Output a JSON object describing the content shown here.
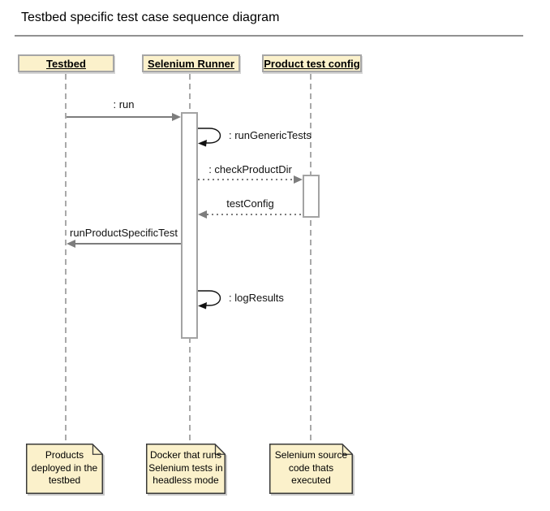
{
  "title": "Testbed specific test case sequence diagram",
  "colors": {
    "background": "#ffffff",
    "participant_fill": "#FBF1CB",
    "participant_border": "#A6A6A6",
    "lifeline": "#A9A9A9",
    "message_arrow": "#7D7D7D",
    "self_message_arrow": "#111111",
    "note_fill": "#FBF1CB",
    "note_border": "#3A3A3A",
    "title_rule": "#919191",
    "text": "#000000"
  },
  "participants": [
    {
      "name": "Testbed"
    },
    {
      "name": "Selenium Runner"
    },
    {
      "name": "Product test config"
    }
  ],
  "messages": [
    {
      "label": ": run",
      "from": "Testbed",
      "to": "Selenium Runner",
      "style": "solid"
    },
    {
      "label": ": runGenericTests",
      "from": "Selenium Runner",
      "to": "Selenium Runner",
      "style": "self"
    },
    {
      "label": ": checkProductDir",
      "from": "Selenium Runner",
      "to": "Product test config",
      "style": "dotted"
    },
    {
      "label": "testConfig",
      "from": "Product test config",
      "to": "Selenium Runner",
      "style": "dotted"
    },
    {
      "label": "runProductSpecificTest",
      "from": "Selenium Runner",
      "to": "Testbed",
      "style": "solid"
    },
    {
      "label": ": logResults",
      "from": "Selenium Runner",
      "to": "Selenium Runner",
      "style": "self"
    }
  ],
  "notes": [
    {
      "attached_to": "Testbed",
      "lines": [
        "Products",
        "deployed in the",
        "testbed"
      ]
    },
    {
      "attached_to": "Selenium Runner",
      "lines": [
        "Docker that runs",
        "Selenium tests in",
        "headless mode"
      ]
    },
    {
      "attached_to": "Product test config",
      "lines": [
        "Selenium source",
        "code thats",
        "executed"
      ]
    }
  ]
}
